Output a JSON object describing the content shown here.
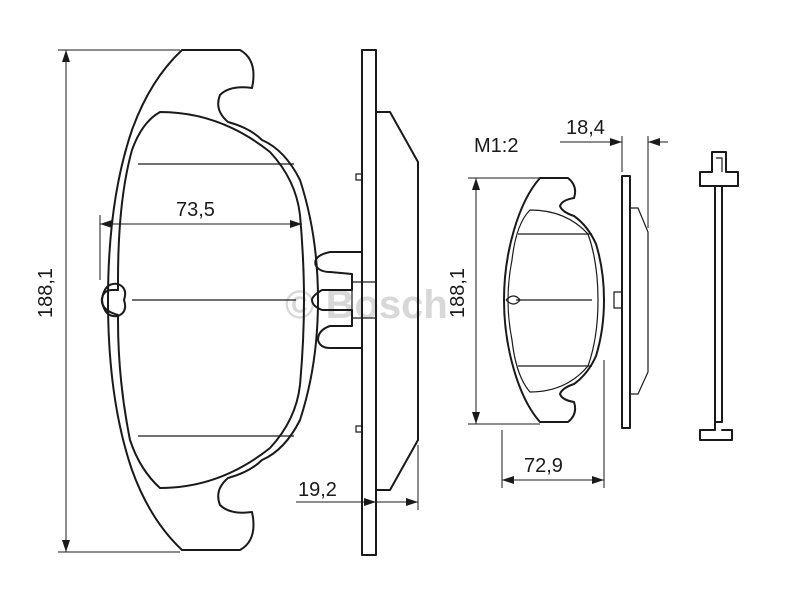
{
  "dimensions": {
    "left_height": "188,1",
    "left_width": "73,5",
    "left_thickness": "19,2",
    "right_height": "188,1",
    "right_width": "72,9",
    "right_thickness": "18,4",
    "right_scale": "M1:2"
  },
  "watermark": "© Bosch",
  "colors": {
    "line": "#1a1a1a",
    "background": "#ffffff",
    "watermark": "#d8d8d8"
  }
}
